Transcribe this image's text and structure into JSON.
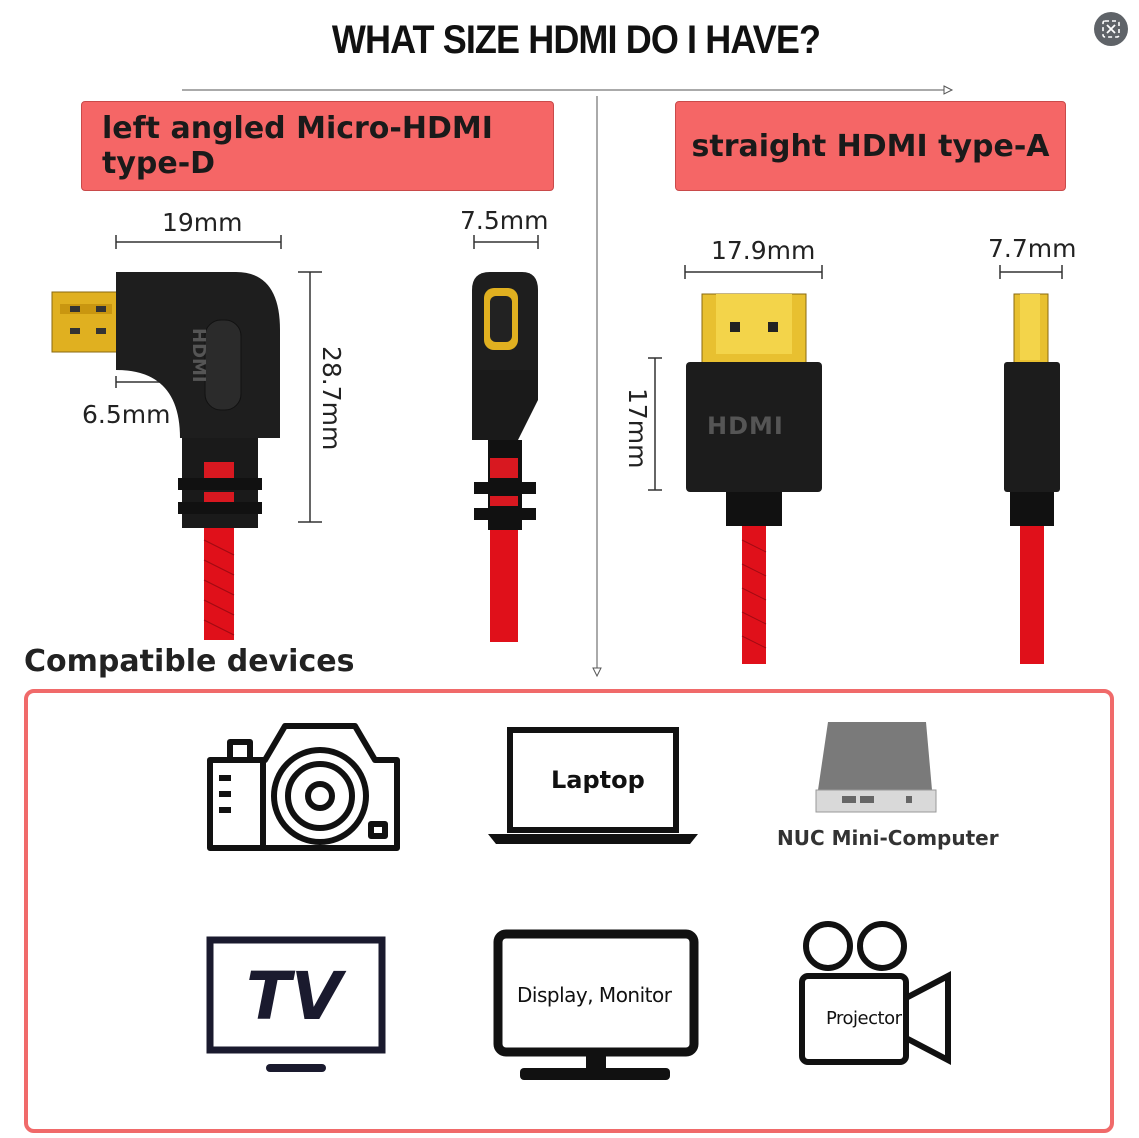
{
  "header": {
    "title": "WHAT SIZE HDMI DO I HAVE?"
  },
  "left": {
    "banner": "left angled Micro-HDMI type-D",
    "dims": {
      "width": "19mm",
      "side": "7.5mm",
      "height": "28.7mm",
      "tip": "6.5mm"
    },
    "connector_brand": "HDMI"
  },
  "right": {
    "banner": "straight HDMI type-A",
    "dims": {
      "width": "17.9mm",
      "side": "7.7mm",
      "height": "17mm"
    },
    "connector_brand": "HDMI"
  },
  "compatible": {
    "title": "Compatible devices",
    "devices": {
      "laptop": "Laptop",
      "nuc": "NUC Mini-Computer",
      "tv": "TV",
      "monitor": "Display, Monitor",
      "projector": "Projector"
    }
  },
  "controls": {
    "close_icon": "close-icon"
  },
  "colors": {
    "banner": "#f56666",
    "cable": "#e0101a",
    "gold": "#e0b020",
    "box_border": "#f06a6a"
  }
}
